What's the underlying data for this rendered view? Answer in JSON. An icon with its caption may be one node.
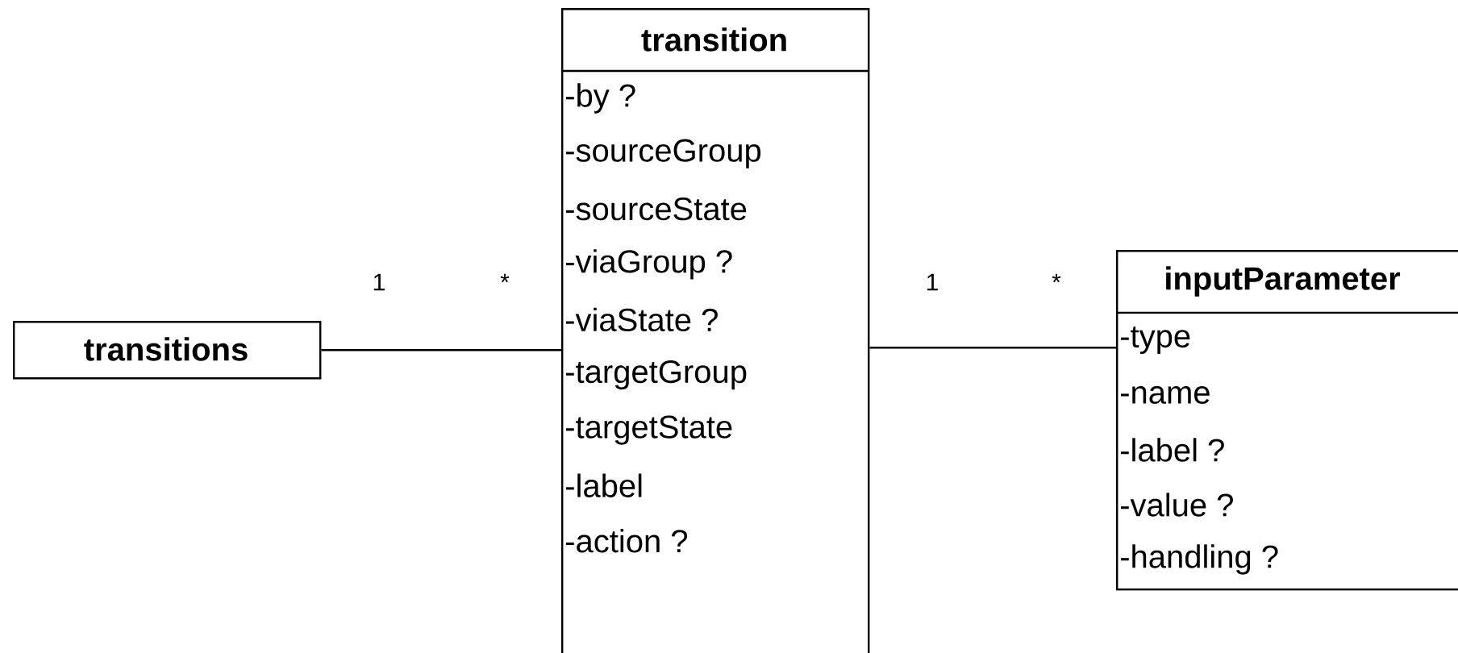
{
  "diagram": {
    "nodes": [
      {
        "text": [
          "transitions"
        ]
      },
      {
        "text": [
          "transition",
          "-by ?",
          "-sourceGroup",
          "-sourceState",
          "-viaGroup ?",
          "-viaState ?",
          "-targetGroup",
          "-targetState",
          "-label",
          "-action ?"
        ]
      },
      {
        "text": [
          "inputParameter",
          "-type",
          "-name",
          "-label ?",
          "-value ?",
          "-handling ?"
        ]
      }
    ],
    "edges": [
      {
        "from": 0,
        "to": 1,
        "arrow": "none"
      },
      {
        "from": 1,
        "to": 2,
        "arrow": "none"
      }
    ],
    "labels": [
      "1",
      "*",
      "1",
      "*"
    ]
  }
}
